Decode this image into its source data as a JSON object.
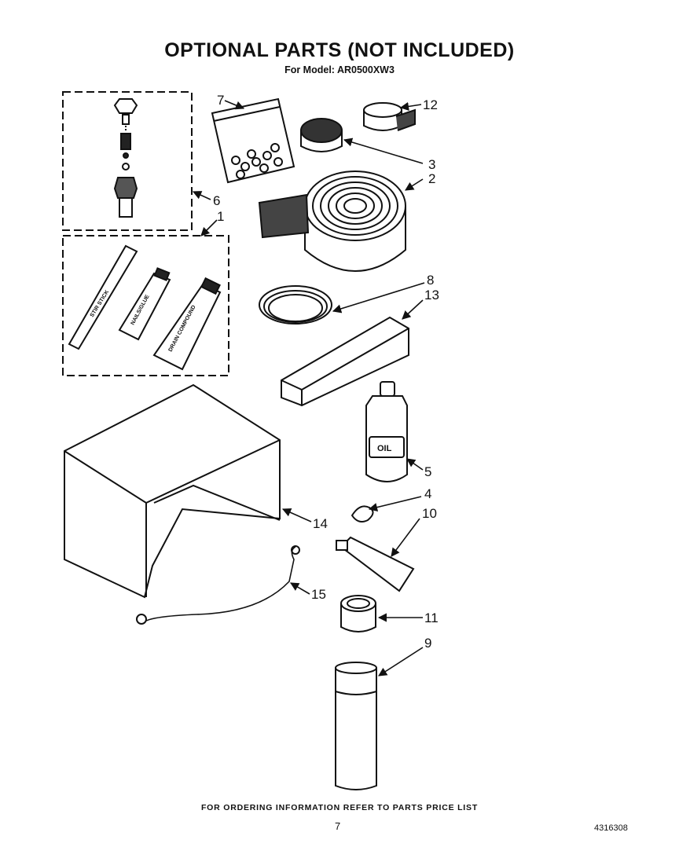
{
  "header": {
    "title": "OPTIONAL PARTS (NOT INCLUDED)",
    "subtitle": "For Model: AR0500XW3"
  },
  "callouts": [
    "7",
    "12",
    "3",
    "2",
    "6",
    "1",
    "8",
    "13",
    "5",
    "4",
    "10",
    "14",
    "15",
    "11",
    "9"
  ],
  "part_labels": {
    "stir_stick": "STIR STICK",
    "tube_small": "NAILS/GLUE",
    "tube_large": "DRAIN COMPOUND",
    "oil_bottle": "OIL"
  },
  "footer": {
    "note": "FOR ORDERING INFORMATION REFER TO PARTS PRICE LIST",
    "page_number": "7",
    "document_number": "4316308"
  }
}
